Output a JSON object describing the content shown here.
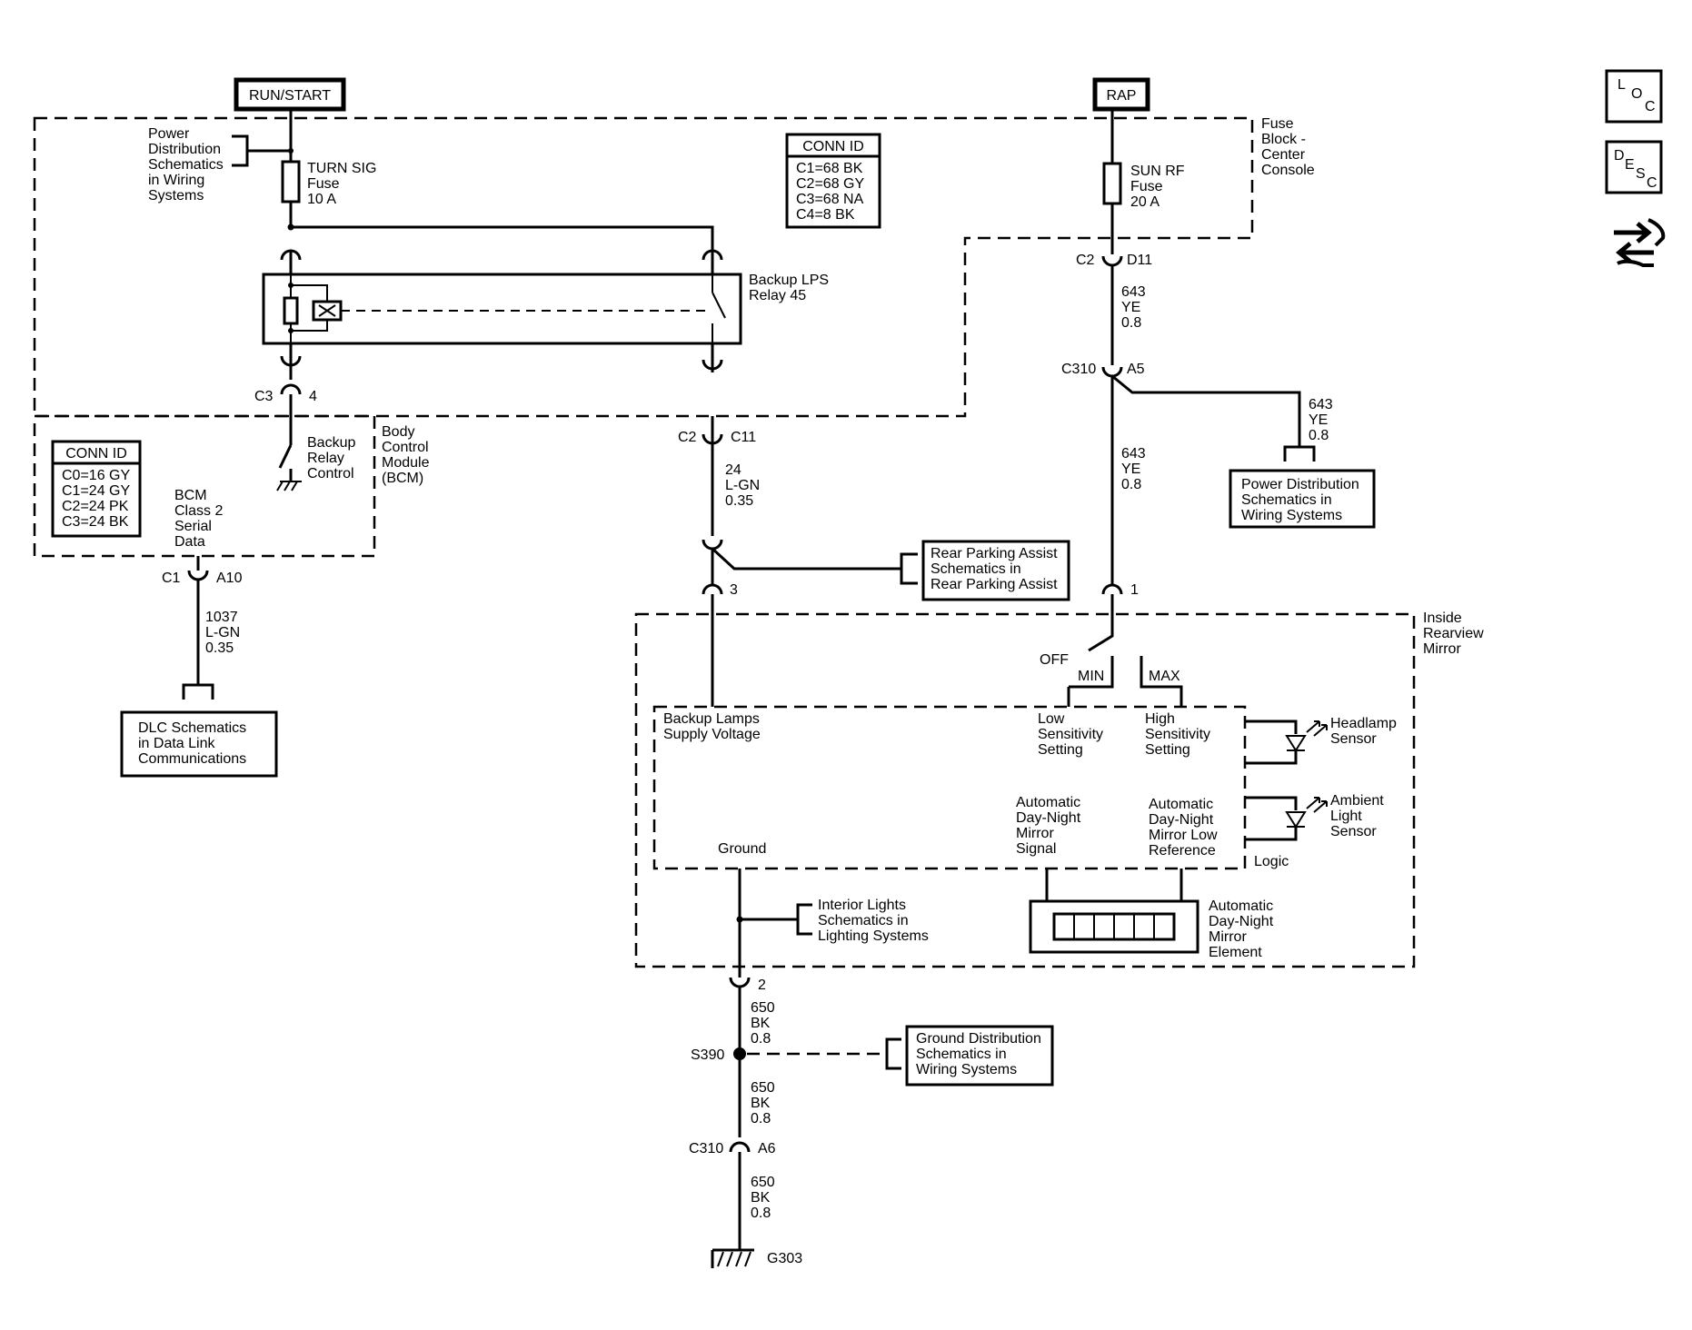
{
  "power_sources": {
    "run_start": "RUN/START",
    "rap": "RAP"
  },
  "conn_id_fuse_block": {
    "title": "CONN ID",
    "rows": [
      "C1=68 BK",
      "C2=68 GY",
      "C3=68 NA",
      "C4=8 BK"
    ]
  },
  "conn_id_bcm": {
    "title": "CONN ID",
    "rows": [
      "C0=16 GY",
      "C1=24 GY",
      "C2=24 PK",
      "C3=24 BK"
    ]
  },
  "fuse_block": {
    "label": [
      "Fuse",
      "Block -",
      "Center",
      "Console"
    ]
  },
  "power_dist_left": [
    "Power",
    "Distribution",
    "Schematics",
    "in Wiring",
    "Systems"
  ],
  "fuse_turn_sig": [
    "TURN SIG",
    "Fuse",
    "10 A"
  ],
  "fuse_sun_rf": [
    "SUN RF",
    "Fuse",
    "20 A"
  ],
  "relay": [
    "Backup LPS",
    "Relay 45"
  ],
  "connectors": {
    "c3_left": "C3",
    "c3_right": "4",
    "c2_left_top": "C2",
    "c2_right_top": "D11",
    "c310_top_left": "C310",
    "c310_top_right": "A5",
    "c2_mid_left": "C2",
    "c2_mid_right": "C11",
    "c1_left": "C1",
    "c1_right": "A10",
    "pin3": "3",
    "pin1": "1",
    "pin2": "2",
    "c310_bot_left": "C310",
    "c310_bot_right": "A6"
  },
  "wires": {
    "w643_a": [
      "643",
      "YE",
      "0.8"
    ],
    "w643_b": [
      "643",
      "YE",
      "0.8"
    ],
    "w643_c": [
      "643",
      "YE",
      "0.8"
    ],
    "w24": [
      "24",
      "L-GN",
      "0.35"
    ],
    "w1037": [
      "1037",
      "L-GN",
      "0.35"
    ],
    "w650_a": [
      "650",
      "BK",
      "0.8"
    ],
    "w650_b": [
      "650",
      "BK",
      "0.8"
    ],
    "w650_c": [
      "650",
      "BK",
      "0.8"
    ]
  },
  "bcm": {
    "backup_relay_control": [
      "Backup",
      "Relay",
      "Control"
    ],
    "module": [
      "Body",
      "Control",
      "Module",
      "(BCM)"
    ],
    "class2": [
      "BCM",
      "Class 2",
      "Serial",
      "Data"
    ]
  },
  "refs": {
    "power_dist_right": [
      "Power Distribution",
      "Schematics in",
      "Wiring Systems"
    ],
    "rear_parking": [
      "Rear Parking Assist",
      "Schematics in",
      "Rear Parking Assist"
    ],
    "dlc": [
      "DLC Schematics",
      "in Data Link",
      "Communications"
    ],
    "interior_lights": [
      "Interior Lights",
      "Schematics in",
      "Lighting Systems"
    ],
    "ground_dist": [
      "Ground Distribution",
      "Schematics in",
      "Wiring Systems"
    ]
  },
  "mirror": {
    "title": [
      "Inside",
      "Rearview",
      "Mirror"
    ],
    "off": "OFF",
    "min": "MIN",
    "max": "MAX",
    "backup_supply": [
      "Backup Lamps",
      "Supply Voltage"
    ],
    "low_sens": [
      "Low",
      "Sensitivity",
      "Setting"
    ],
    "high_sens": [
      "High",
      "Sensitivity",
      "Setting"
    ],
    "headlamp_sensor": [
      "Headlamp",
      "Sensor"
    ],
    "ambient_sensor": [
      "Ambient",
      "Light",
      "Sensor"
    ],
    "adm_signal": [
      "Automatic",
      "Day-Night",
      "Mirror",
      "Signal"
    ],
    "adm_low_ref": [
      "Automatic",
      "Day-Night",
      "Mirror Low",
      "Reference"
    ],
    "logic": "Logic",
    "ground": "Ground",
    "element": [
      "Automatic",
      "Day-Night",
      "Mirror",
      "Element"
    ]
  },
  "splice": "S390",
  "ground_point": "G303",
  "nav_icons": {
    "loc": [
      "L",
      "O",
      "C"
    ],
    "desc": [
      "D",
      "E",
      "S",
      "C"
    ]
  }
}
